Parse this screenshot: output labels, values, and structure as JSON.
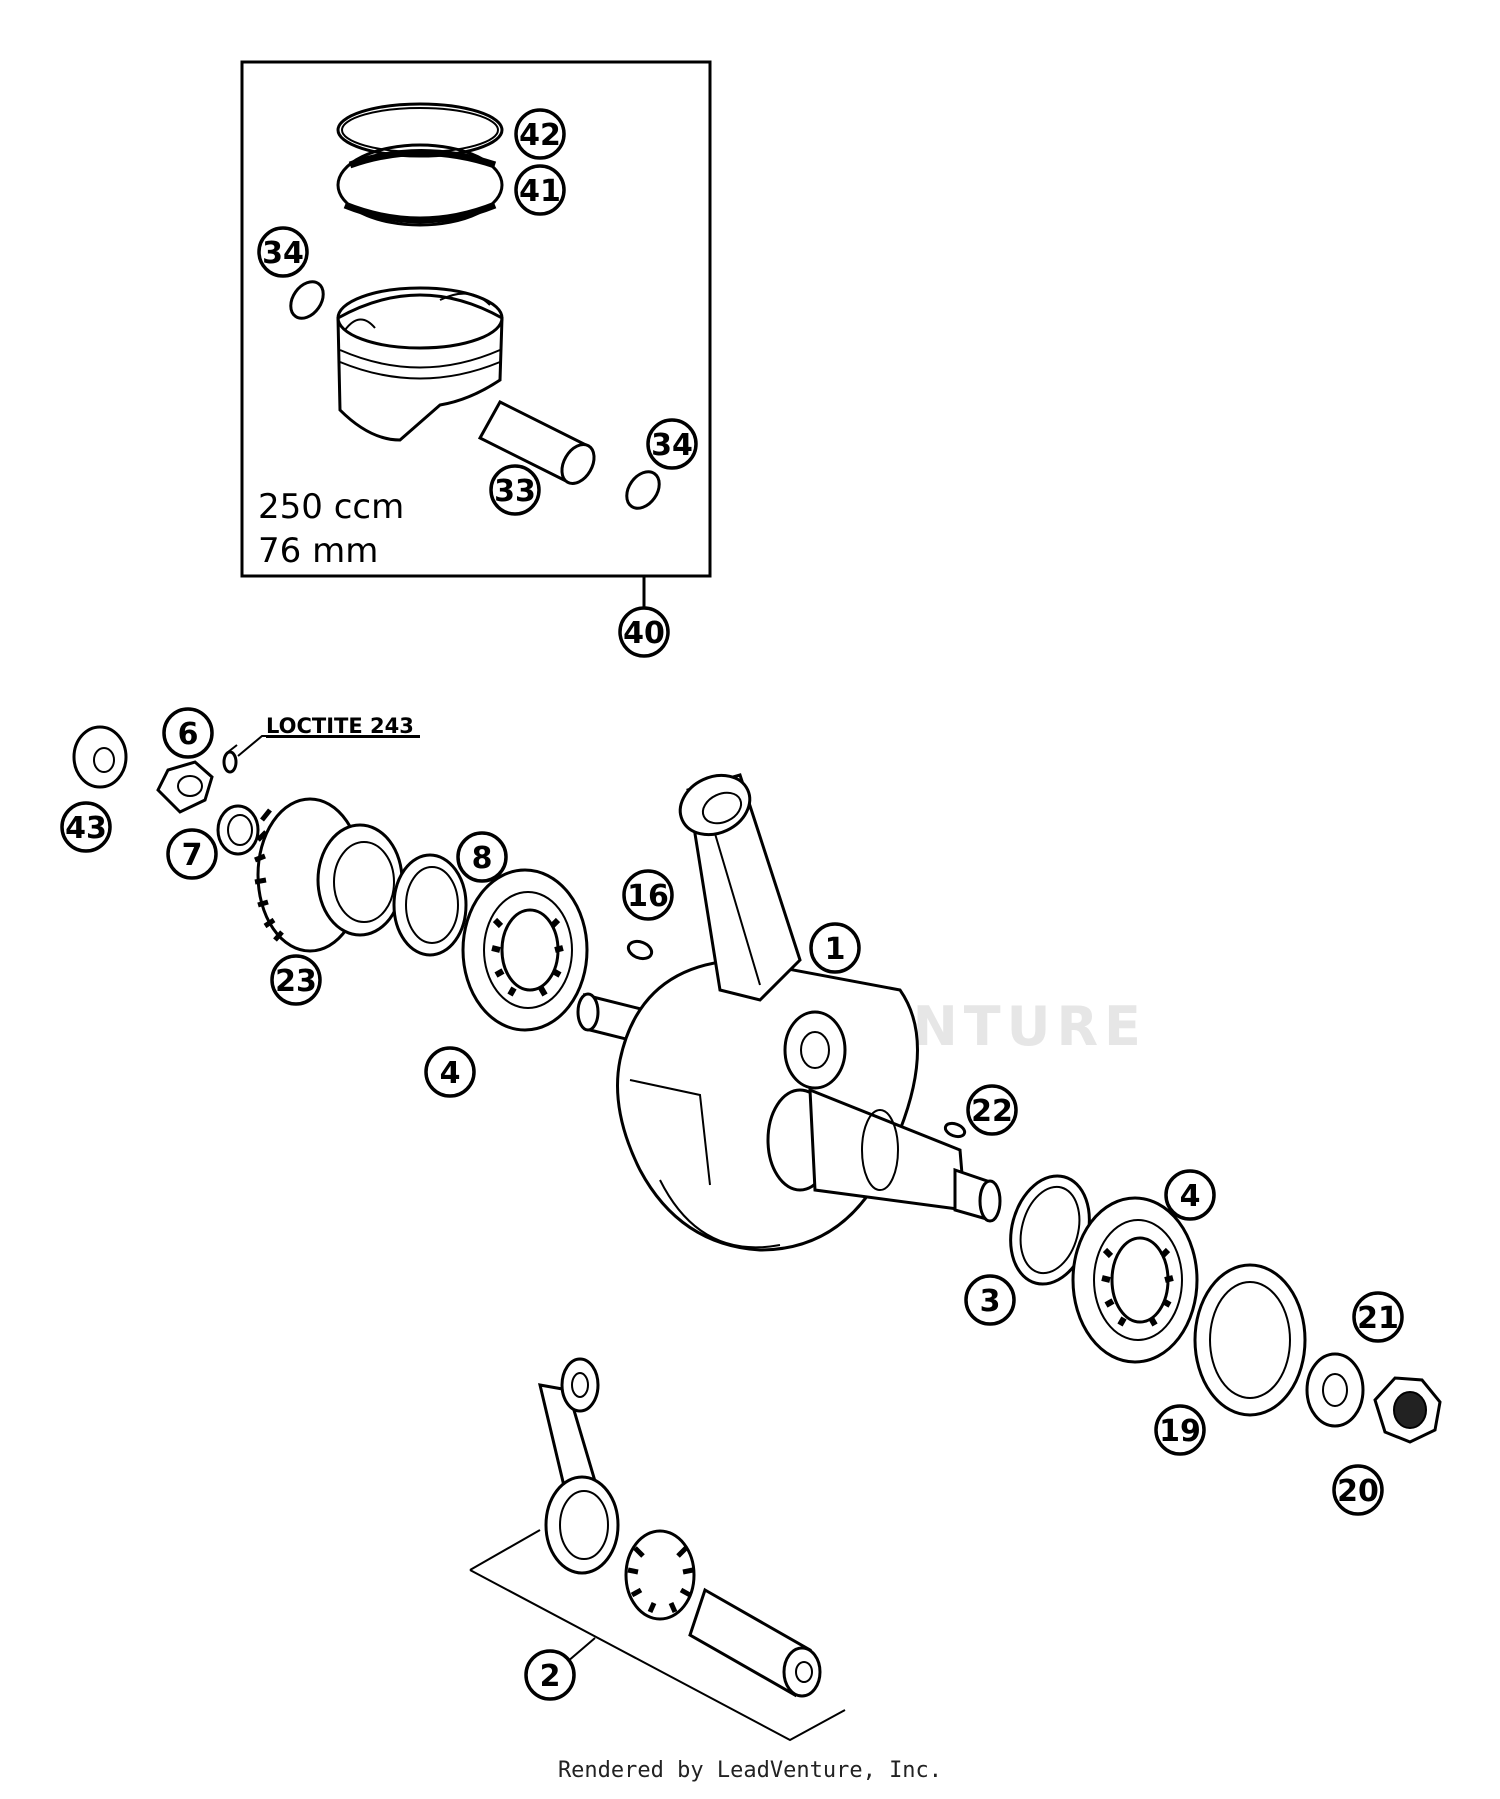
{
  "box": {
    "line1": "250 ccm",
    "line2": "76 mm"
  },
  "note": {
    "label": "LOCTITE 243"
  },
  "watermark": "LEADVENTURE",
  "footer": "Rendered by LeadVenture, Inc.",
  "callouts": [
    {
      "id": "c42",
      "label": "42"
    },
    {
      "id": "c41",
      "label": "41"
    },
    {
      "id": "c34a",
      "label": "34"
    },
    {
      "id": "c34b",
      "label": "34"
    },
    {
      "id": "c33",
      "label": "33"
    },
    {
      "id": "c40",
      "label": "40"
    },
    {
      "id": "c6",
      "label": "6"
    },
    {
      "id": "c43",
      "label": "43"
    },
    {
      "id": "c7",
      "label": "7"
    },
    {
      "id": "c8",
      "label": "8"
    },
    {
      "id": "c23",
      "label": "23"
    },
    {
      "id": "c16",
      "label": "16"
    },
    {
      "id": "c1",
      "label": "1"
    },
    {
      "id": "c4a",
      "label": "4"
    },
    {
      "id": "c22",
      "label": "22"
    },
    {
      "id": "c4b",
      "label": "4"
    },
    {
      "id": "c3",
      "label": "3"
    },
    {
      "id": "c21",
      "label": "21"
    },
    {
      "id": "c19",
      "label": "19"
    },
    {
      "id": "c20",
      "label": "20"
    },
    {
      "id": "c2",
      "label": "2"
    }
  ]
}
